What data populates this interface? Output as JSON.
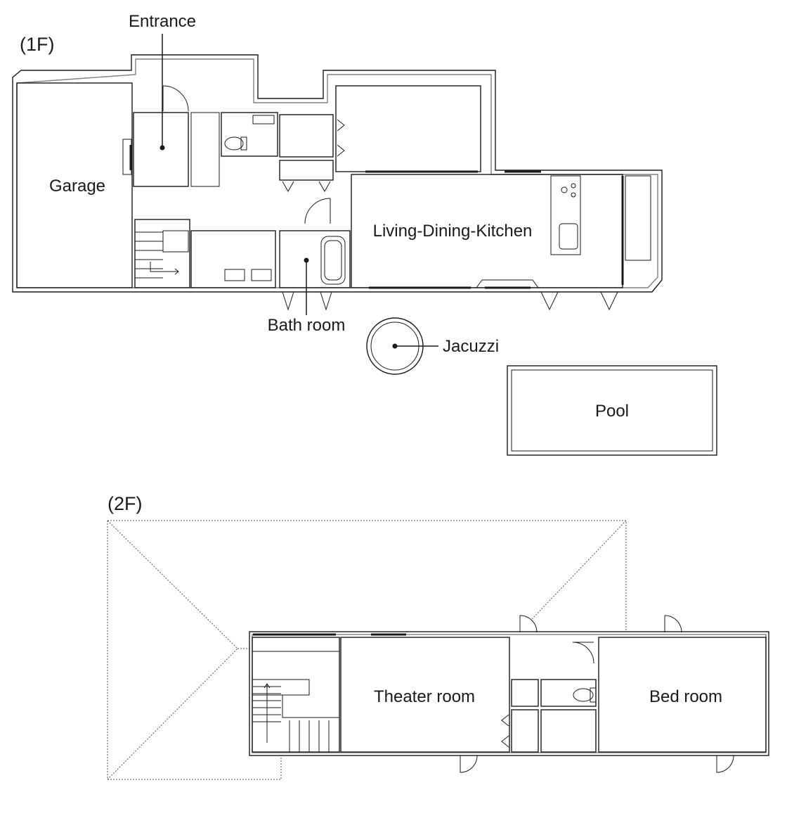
{
  "floors": [
    {
      "label": "(1F)",
      "rooms": {
        "entrance": "Entrance",
        "garage": "Garage",
        "ldk": "Living-Dining-Kitchen",
        "bath": "Bath room",
        "jacuzzi": "Jacuzzi",
        "pool": "Pool"
      }
    },
    {
      "label": "(2F)",
      "rooms": {
        "theater": "Theater room",
        "bed": "Bed room"
      }
    }
  ]
}
